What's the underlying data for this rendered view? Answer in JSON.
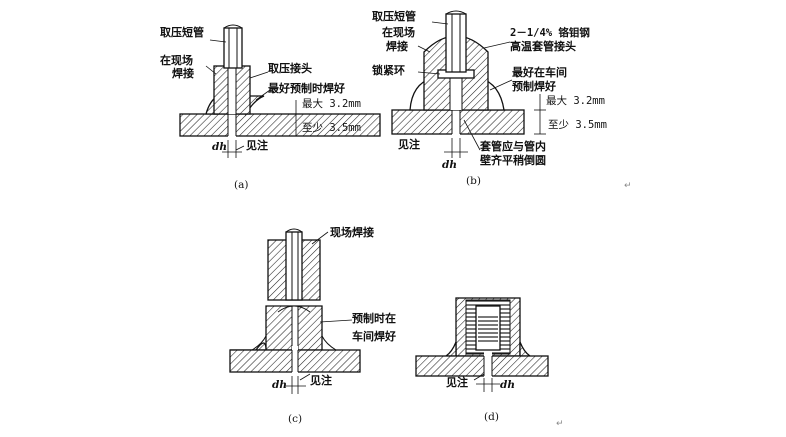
{
  "figure_a": {
    "caption": "(a)",
    "label_pipe": "取压短管",
    "label_site_weld_1": "在现场",
    "label_site_weld_2": "焊接",
    "label_connector": "取压接头",
    "label_prefab": "最好预制时焊好",
    "label_max": "最大 3.2mm",
    "label_min": "至少 3.5mm",
    "label_dh": "dh",
    "label_note": "见注"
  },
  "figure_b": {
    "caption": "(b)",
    "label_pipe": "取压短管",
    "label_site_weld_1": "在现场",
    "label_site_weld_2": "焊接",
    "label_alloy_1": "2－1/4% 铬钼钢",
    "label_alloy_2": "高温套管接头",
    "label_ring": "锁紧环",
    "label_workshop_1": "最好在车间",
    "label_workshop_2": "预制焊好",
    "label_max": "最大 3.2mm",
    "label_min": "至少 3.5mm",
    "label_note": "见注",
    "label_dh": "dh",
    "label_flush_1": "套管应与管内",
    "label_flush_2": "壁齐平稍倒圆"
  },
  "figure_c": {
    "caption": "(c)",
    "label_site_weld": "现场焊接",
    "label_prefab_1": "预制时在",
    "label_prefab_2": "车间焊好",
    "label_dh": "dh",
    "label_note": "见注"
  },
  "figure_d": {
    "caption": "(d)",
    "label_note": "见注",
    "label_dh": "dh"
  },
  "marks": {
    "return_symbol": "↵"
  }
}
